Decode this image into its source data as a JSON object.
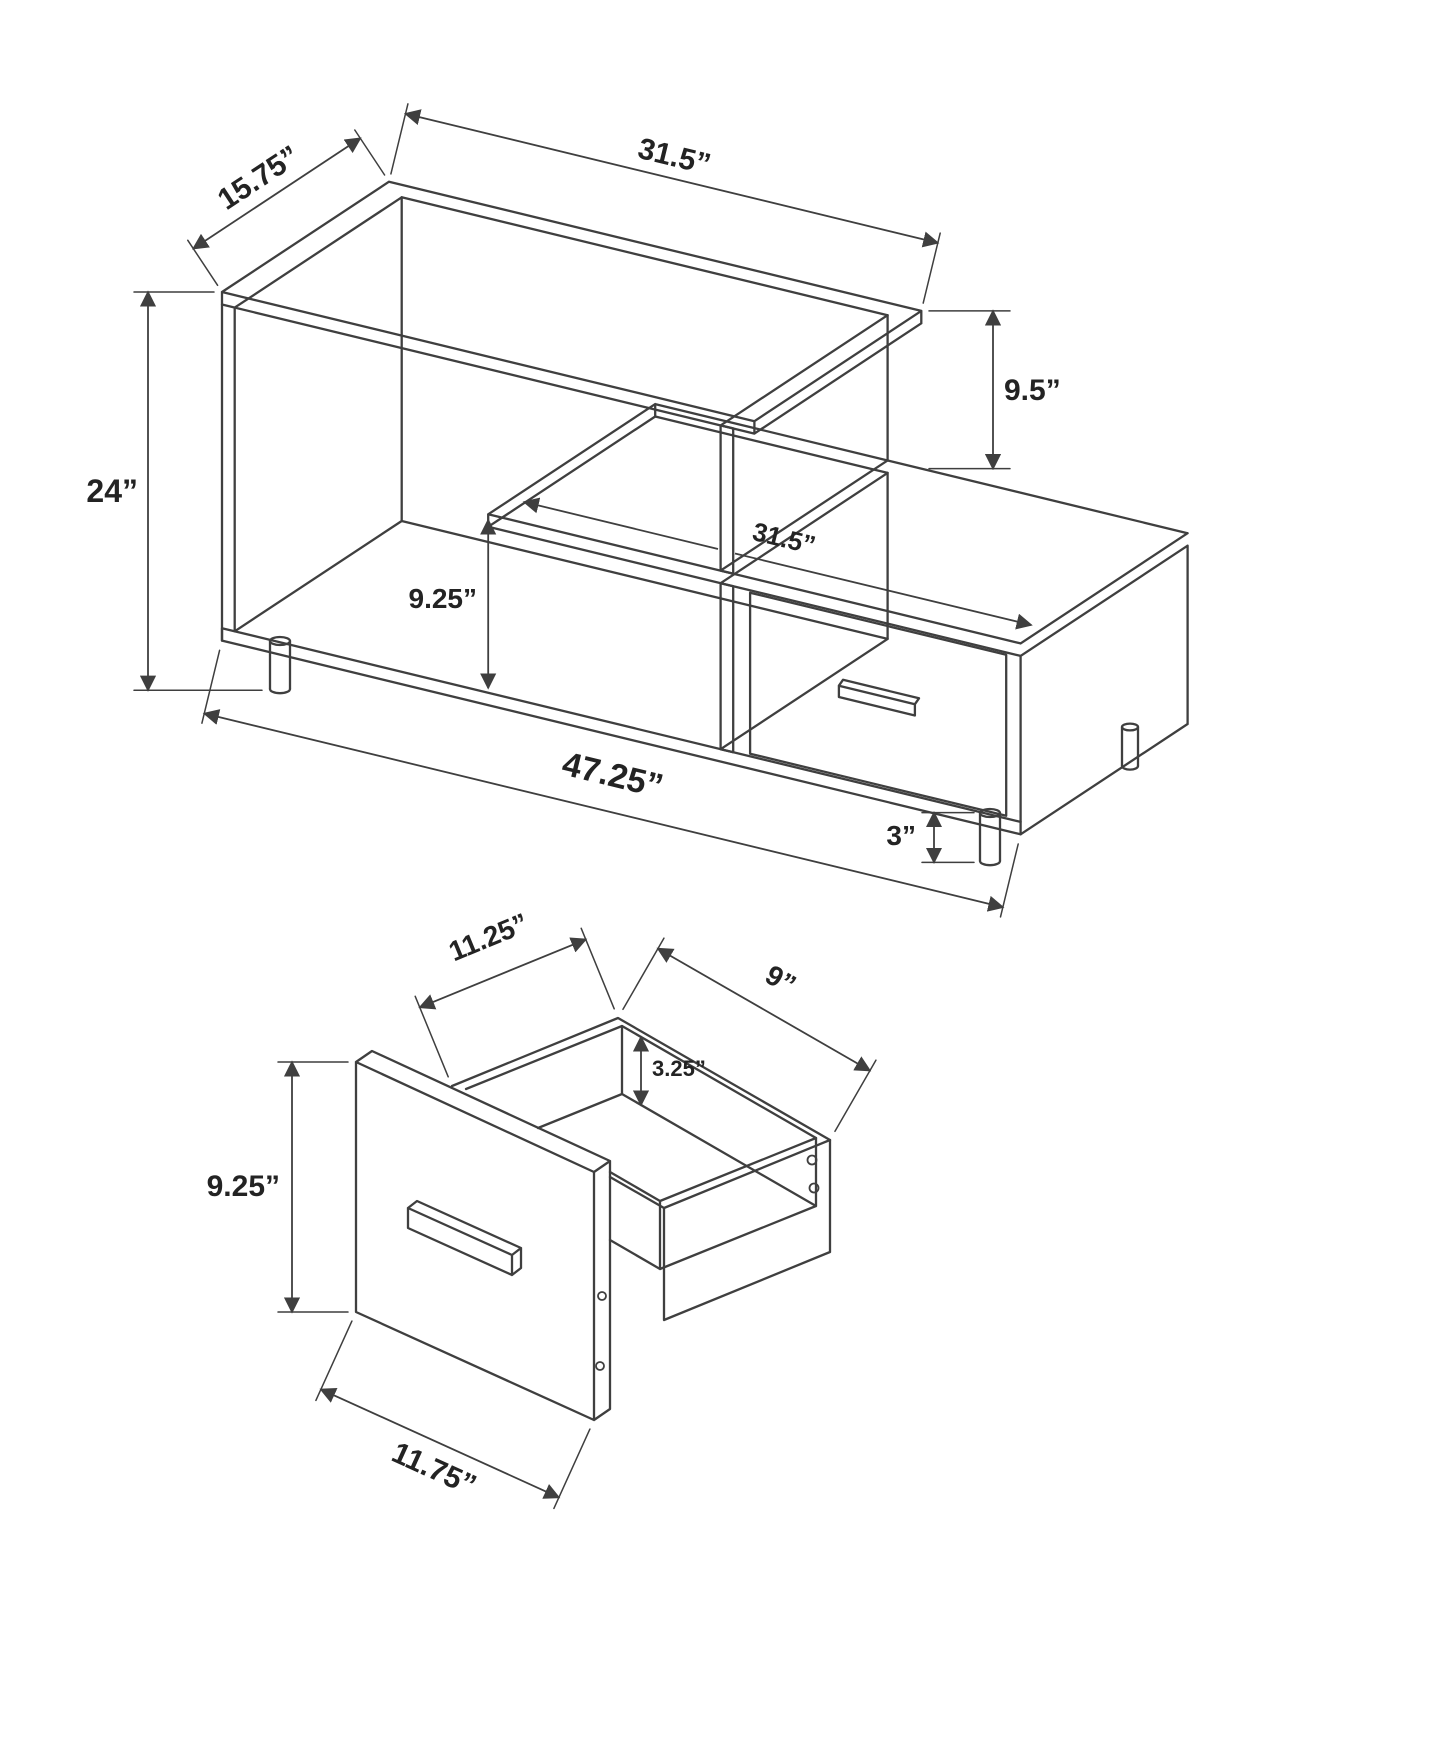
{
  "diagram": {
    "title": "TV stand dimension drawing",
    "console": {
      "top_depth": "15.75”",
      "top_width": "31.5”",
      "shelf_drop": "9.5”",
      "overall_height": "24”",
      "opening_height": "9.25”",
      "lower_shelf_width": "31.5”",
      "overall_width": "47.25”",
      "leg_height": "3”"
    },
    "drawer": {
      "interior_width": "11.25”",
      "interior_depth": "9”",
      "interior_height": "3.25”",
      "front_height": "9.25”",
      "front_width": "11.75”"
    }
  },
  "colors": {
    "line": "#3f3f3f",
    "text": "#232323",
    "background": "#ffffff"
  }
}
